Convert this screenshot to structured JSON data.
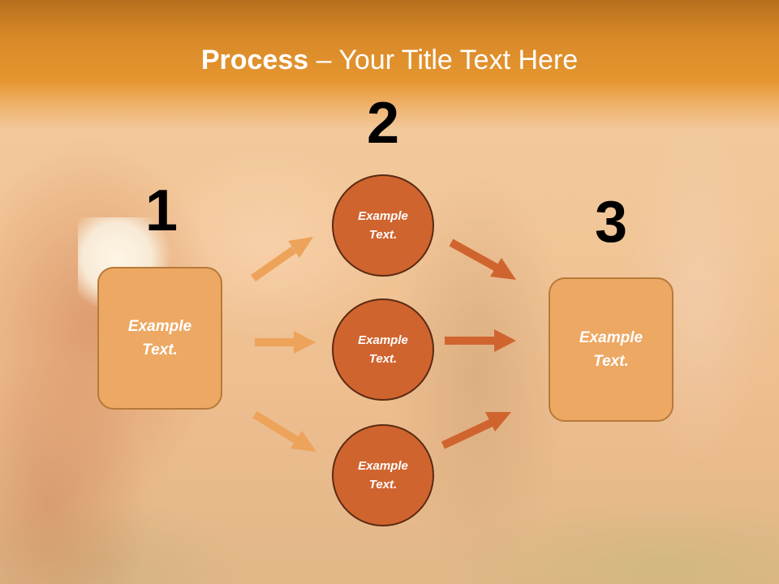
{
  "title": {
    "bold": "Process",
    "rest": " – Your Title Text Here"
  },
  "steps": {
    "one": {
      "number": "1",
      "text": "Example Text."
    },
    "two": {
      "number": "2",
      "items": [
        {
          "text": "Example Text."
        },
        {
          "text": "Example Text."
        },
        {
          "text": "Example Text."
        }
      ]
    },
    "three": {
      "number": "3",
      "text": "Example Text."
    }
  },
  "colors": {
    "header": "#e6962f",
    "box_fill": "#eda863",
    "circle_fill": "#d0642f",
    "arrow_light": "#eda35a",
    "arrow_dark": "#d0642f"
  }
}
